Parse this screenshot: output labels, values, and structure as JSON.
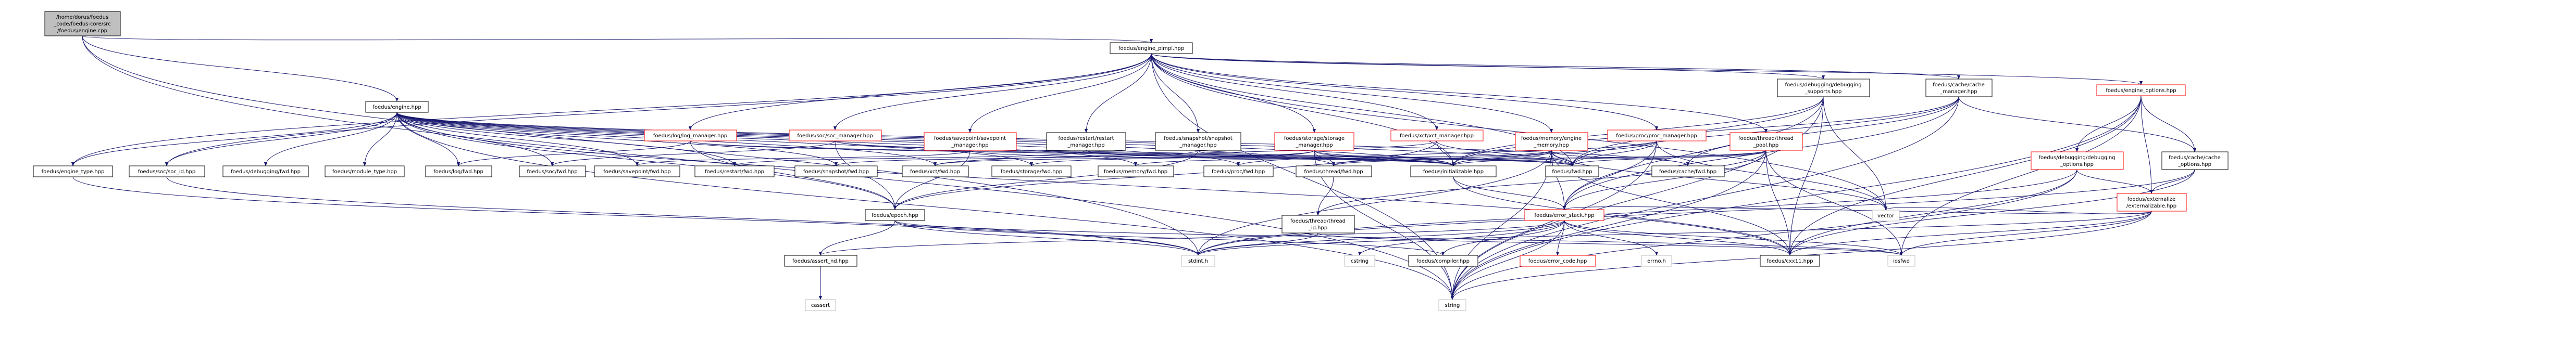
{
  "colors": {
    "edge": "#191970",
    "root_fill": "#bfbfbf",
    "node_border": "#000000",
    "incomplete_border": "#ff0000",
    "system_border": "#bfbfbf"
  },
  "nodes": [
    {
      "id": "root",
      "lines": [
        "/home/dorus/foedus",
        "_code/foedus-core/src",
        "/foedus/engine.cpp"
      ],
      "style": "root"
    },
    {
      "id": "engine_pimpl",
      "lines": [
        "foedus/engine_pimpl.hpp"
      ],
      "style": "plain"
    },
    {
      "id": "engine",
      "lines": [
        "foedus/engine.hpp"
      ],
      "style": "plain"
    },
    {
      "id": "debugging_supports",
      "lines": [
        "foedus/debugging/debugging",
        "_supports.hpp"
      ],
      "style": "plain"
    },
    {
      "id": "cache_manager",
      "lines": [
        "foedus/cache/cache",
        "_manager.hpp"
      ],
      "style": "plain"
    },
    {
      "id": "engine_options",
      "lines": [
        "foedus/engine_options.hpp"
      ],
      "style": "red"
    },
    {
      "id": "debugging_options",
      "lines": [
        "foedus/debugging/debugging",
        "_options.hpp"
      ],
      "style": "red"
    },
    {
      "id": "cache_options",
      "lines": [
        "foedus/cache/cache",
        "_options.hpp"
      ],
      "style": "plain"
    },
    {
      "id": "externalizable",
      "lines": [
        "foedus/externalize",
        "/externalizable.hpp"
      ],
      "style": "red"
    },
    {
      "id": "log_manager",
      "lines": [
        "foedus/log/log_manager.hpp"
      ],
      "style": "red"
    },
    {
      "id": "soc_manager",
      "lines": [
        "foedus/soc/soc_manager.hpp"
      ],
      "style": "red"
    },
    {
      "id": "savepoint_manager",
      "lines": [
        "foedus/savepoint/savepoint",
        "_manager.hpp"
      ],
      "style": "red"
    },
    {
      "id": "restart_manager",
      "lines": [
        "foedus/restart/restart",
        "_manager.hpp"
      ],
      "style": "plain"
    },
    {
      "id": "snapshot_manager",
      "lines": [
        "foedus/snapshot/snapshot",
        "_manager.hpp"
      ],
      "style": "plain"
    },
    {
      "id": "storage_manager",
      "lines": [
        "foedus/storage/storage",
        "_manager.hpp"
      ],
      "style": "red"
    },
    {
      "id": "xct_manager",
      "lines": [
        "foedus/xct/xct_manager.hpp"
      ],
      "style": "red"
    },
    {
      "id": "engine_memory",
      "lines": [
        "foedus/memory/engine",
        "_memory.hpp"
      ],
      "style": "red"
    },
    {
      "id": "proc_manager",
      "lines": [
        "foedus/proc/proc_manager.hpp"
      ],
      "style": "red"
    },
    {
      "id": "thread_pool",
      "lines": [
        "foedus/thread/thread",
        "_pool.hpp"
      ],
      "style": "red"
    },
    {
      "id": "engine_type",
      "lines": [
        "foedus/engine_type.hpp"
      ],
      "style": "plain"
    },
    {
      "id": "soc_id",
      "lines": [
        "foedus/soc/soc_id.hpp"
      ],
      "style": "plain"
    },
    {
      "id": "debugging_fwd",
      "lines": [
        "foedus/debugging/fwd.hpp"
      ],
      "style": "plain"
    },
    {
      "id": "module_type",
      "lines": [
        "foedus/module_type.hpp"
      ],
      "style": "plain"
    },
    {
      "id": "log_fwd",
      "lines": [
        "foedus/log/fwd.hpp"
      ],
      "style": "plain"
    },
    {
      "id": "soc_fwd",
      "lines": [
        "foedus/soc/fwd.hpp"
      ],
      "style": "plain"
    },
    {
      "id": "savepoint_fwd",
      "lines": [
        "foedus/savepoint/fwd.hpp"
      ],
      "style": "plain"
    },
    {
      "id": "restart_fwd",
      "lines": [
        "foedus/restart/fwd.hpp"
      ],
      "style": "plain"
    },
    {
      "id": "snapshot_fwd",
      "lines": [
        "foedus/snapshot/fwd.hpp"
      ],
      "style": "plain"
    },
    {
      "id": "xct_fwd",
      "lines": [
        "foedus/xct/fwd.hpp"
      ],
      "style": "plain"
    },
    {
      "id": "storage_fwd",
      "lines": [
        "foedus/storage/fwd.hpp"
      ],
      "style": "plain"
    },
    {
      "id": "memory_fwd",
      "lines": [
        "foedus/memory/fwd.hpp"
      ],
      "style": "plain"
    },
    {
      "id": "proc_fwd",
      "lines": [
        "foedus/proc/fwd.hpp"
      ],
      "style": "plain"
    },
    {
      "id": "thread_fwd",
      "lines": [
        "foedus/thread/fwd.hpp"
      ],
      "style": "plain"
    },
    {
      "id": "initializable",
      "lines": [
        "foedus/initializable.hpp"
      ],
      "style": "plain"
    },
    {
      "id": "fwd",
      "lines": [
        "foedus/fwd.hpp"
      ],
      "style": "plain"
    },
    {
      "id": "cache_fwd",
      "lines": [
        "foedus/cache/fwd.hpp"
      ],
      "style": "plain"
    },
    {
      "id": "epoch",
      "lines": [
        "foedus/epoch.hpp"
      ],
      "style": "plain"
    },
    {
      "id": "thread_id",
      "lines": [
        "foedus/thread/thread",
        "_id.hpp"
      ],
      "style": "plain"
    },
    {
      "id": "error_stack",
      "lines": [
        "foedus/error_stack.hpp"
      ],
      "style": "red"
    },
    {
      "id": "vector",
      "lines": [
        "vector"
      ],
      "style": "sys"
    },
    {
      "id": "assert_nd",
      "lines": [
        "foedus/assert_nd.hpp"
      ],
      "style": "plain"
    },
    {
      "id": "stdint",
      "lines": [
        "stdint.h"
      ],
      "style": "sys"
    },
    {
      "id": "cstring",
      "lines": [
        "cstring"
      ],
      "style": "sys"
    },
    {
      "id": "compiler",
      "lines": [
        "foedus/compiler.hpp"
      ],
      "style": "plain"
    },
    {
      "id": "error_code",
      "lines": [
        "foedus/error_code.hpp"
      ],
      "style": "red"
    },
    {
      "id": "errno",
      "lines": [
        "errno.h"
      ],
      "style": "sys"
    },
    {
      "id": "cxx11",
      "lines": [
        "foedus/cxx11.hpp"
      ],
      "style": "plain"
    },
    {
      "id": "iosfwd",
      "lines": [
        "iosfwd"
      ],
      "style": "sys"
    },
    {
      "id": "cassert",
      "lines": [
        "cassert"
      ],
      "style": "sys"
    },
    {
      "id": "string",
      "lines": [
        "string"
      ],
      "style": "sys"
    }
  ],
  "edges": [
    [
      "root",
      "engine_pimpl"
    ],
    [
      "root",
      "engine"
    ],
    [
      "root",
      "stdint"
    ],
    [
      "root",
      "string"
    ],
    [
      "engine_pimpl",
      "debugging_supports"
    ],
    [
      "engine_pimpl",
      "cache_manager"
    ],
    [
      "engine_pimpl",
      "engine_options"
    ],
    [
      "engine_pimpl",
      "log_manager"
    ],
    [
      "engine_pimpl",
      "soc_manager"
    ],
    [
      "engine_pimpl",
      "savepoint_manager"
    ],
    [
      "engine_pimpl",
      "restart_manager"
    ],
    [
      "engine_pimpl",
      "snapshot_manager"
    ],
    [
      "engine_pimpl",
      "storage_manager"
    ],
    [
      "engine_pimpl",
      "xct_manager"
    ],
    [
      "engine_pimpl",
      "engine_memory"
    ],
    [
      "engine_pimpl",
      "proc_manager"
    ],
    [
      "engine_pimpl",
      "thread_pool"
    ],
    [
      "engine_pimpl",
      "engine_type"
    ],
    [
      "engine_pimpl",
      "soc_id"
    ],
    [
      "engine_pimpl",
      "initializable"
    ],
    [
      "engine_pimpl",
      "fwd"
    ],
    [
      "engine_pimpl",
      "vector"
    ],
    [
      "engine_pimpl",
      "string"
    ],
    [
      "engine",
      "engine_type"
    ],
    [
      "engine",
      "soc_id"
    ],
    [
      "engine",
      "debugging_fwd"
    ],
    [
      "engine",
      "module_type"
    ],
    [
      "engine",
      "log_fwd"
    ],
    [
      "engine",
      "soc_fwd"
    ],
    [
      "engine",
      "savepoint_fwd"
    ],
    [
      "engine",
      "restart_fwd"
    ],
    [
      "engine",
      "snapshot_fwd"
    ],
    [
      "engine",
      "xct_fwd"
    ],
    [
      "engine",
      "storage_fwd"
    ],
    [
      "engine",
      "memory_fwd"
    ],
    [
      "engine",
      "proc_fwd"
    ],
    [
      "engine",
      "thread_fwd"
    ],
    [
      "engine",
      "initializable"
    ],
    [
      "engine",
      "fwd"
    ],
    [
      "engine",
      "cache_fwd"
    ],
    [
      "engine",
      "epoch"
    ],
    [
      "engine",
      "cxx11"
    ],
    [
      "engine",
      "string"
    ],
    [
      "debugging_supports",
      "fwd"
    ],
    [
      "debugging_supports",
      "initializable"
    ],
    [
      "debugging_supports",
      "error_stack"
    ],
    [
      "debugging_supports",
      "cxx11"
    ],
    [
      "debugging_supports",
      "string"
    ],
    [
      "debugging_supports",
      "vector"
    ],
    [
      "cache_manager",
      "cache_fwd"
    ],
    [
      "cache_manager",
      "fwd"
    ],
    [
      "cache_manager",
      "initializable"
    ],
    [
      "cache_manager",
      "cache_options"
    ],
    [
      "cache_manager",
      "error_stack"
    ],
    [
      "cache_manager",
      "string"
    ],
    [
      "engine_options",
      "debugging_options"
    ],
    [
      "engine_options",
      "cache_options"
    ],
    [
      "engine_options",
      "externalizable"
    ],
    [
      "engine_options",
      "cxx11"
    ],
    [
      "engine_options",
      "iosfwd"
    ],
    [
      "engine_options",
      "string"
    ],
    [
      "debugging_options",
      "externalizable"
    ],
    [
      "debugging_options",
      "cxx11"
    ],
    [
      "debugging_options",
      "stdint"
    ],
    [
      "debugging_options",
      "string"
    ],
    [
      "cache_options",
      "externalizable"
    ],
    [
      "cache_options",
      "cxx11"
    ],
    [
      "cache_options",
      "stdint"
    ],
    [
      "externalizable",
      "error_stack"
    ],
    [
      "externalizable",
      "cxx11"
    ],
    [
      "externalizable",
      "iosfwd"
    ],
    [
      "externalizable",
      "stdint"
    ],
    [
      "externalizable",
      "string"
    ],
    [
      "externalizable",
      "vector"
    ],
    [
      "log_manager",
      "log_fwd"
    ],
    [
      "log_manager",
      "epoch"
    ],
    [
      "log_manager",
      "initializable"
    ],
    [
      "log_manager",
      "fwd"
    ],
    [
      "soc_manager",
      "soc_fwd"
    ],
    [
      "soc_manager",
      "initializable"
    ],
    [
      "soc_manager",
      "fwd"
    ],
    [
      "soc_manager",
      "epoch"
    ],
    [
      "savepoint_manager",
      "savepoint_fwd"
    ],
    [
      "savepoint_manager",
      "epoch"
    ],
    [
      "savepoint_manager",
      "initializable"
    ],
    [
      "restart_manager",
      "restart_fwd"
    ],
    [
      "restart_manager",
      "initializable"
    ],
    [
      "restart_manager",
      "fwd"
    ],
    [
      "snapshot_manager",
      "snapshot_fwd"
    ],
    [
      "snapshot_manager",
      "epoch"
    ],
    [
      "snapshot_manager",
      "initializable"
    ],
    [
      "storage_manager",
      "storage_fwd"
    ],
    [
      "storage_manager",
      "initializable"
    ],
    [
      "storage_manager",
      "fwd"
    ],
    [
      "storage_manager",
      "xct_fwd"
    ],
    [
      "storage_manager",
      "thread_fwd"
    ],
    [
      "storage_manager",
      "string"
    ],
    [
      "xct_manager",
      "xct_fwd"
    ],
    [
      "xct_manager",
      "initializable"
    ],
    [
      "xct_manager",
      "fwd"
    ],
    [
      "xct_manager",
      "epoch"
    ],
    [
      "engine_memory",
      "memory_fwd"
    ],
    [
      "engine_memory",
      "initializable"
    ],
    [
      "engine_memory",
      "fwd"
    ],
    [
      "engine_memory",
      "cache_fwd"
    ],
    [
      "engine_memory",
      "error_stack"
    ],
    [
      "engine_memory",
      "thread_fwd"
    ],
    [
      "engine_memory",
      "cxx11"
    ],
    [
      "engine_memory",
      "stdint"
    ],
    [
      "engine_memory",
      "vector"
    ],
    [
      "engine_memory",
      "string"
    ],
    [
      "proc_manager",
      "proc_fwd"
    ],
    [
      "proc_manager",
      "initializable"
    ],
    [
      "proc_manager",
      "fwd"
    ],
    [
      "proc_manager",
      "error_stack"
    ],
    [
      "proc_manager",
      "string"
    ],
    [
      "proc_manager",
      "vector"
    ],
    [
      "thread_pool",
      "thread_fwd"
    ],
    [
      "thread_pool",
      "thread_id"
    ],
    [
      "thread_pool",
      "initializable"
    ],
    [
      "thread_pool",
      "fwd"
    ],
    [
      "thread_pool",
      "error_stack"
    ],
    [
      "thread_pool",
      "cxx11"
    ],
    [
      "thread_pool",
      "iosfwd"
    ],
    [
      "thread_pool",
      "string"
    ],
    [
      "engine_type",
      "stdint"
    ],
    [
      "soc_id",
      "stdint"
    ],
    [
      "initializable",
      "error_stack"
    ],
    [
      "initializable",
      "cxx11"
    ],
    [
      "epoch",
      "assert_nd"
    ],
    [
      "epoch",
      "compiler"
    ],
    [
      "epoch",
      "stdint"
    ],
    [
      "epoch",
      "iosfwd"
    ],
    [
      "thread_fwd",
      "thread_id"
    ],
    [
      "thread_id",
      "stdint"
    ],
    [
      "thread_id",
      "iosfwd"
    ],
    [
      "error_stack",
      "assert_nd"
    ],
    [
      "error_stack",
      "stdint"
    ],
    [
      "error_stack",
      "cstring"
    ],
    [
      "error_stack",
      "compiler"
    ],
    [
      "error_stack",
      "error_code"
    ],
    [
      "error_stack",
      "errno"
    ],
    [
      "error_stack",
      "cxx11"
    ],
    [
      "error_stack",
      "iosfwd"
    ],
    [
      "error_stack",
      "string"
    ],
    [
      "assert_nd",
      "cassert"
    ]
  ]
}
